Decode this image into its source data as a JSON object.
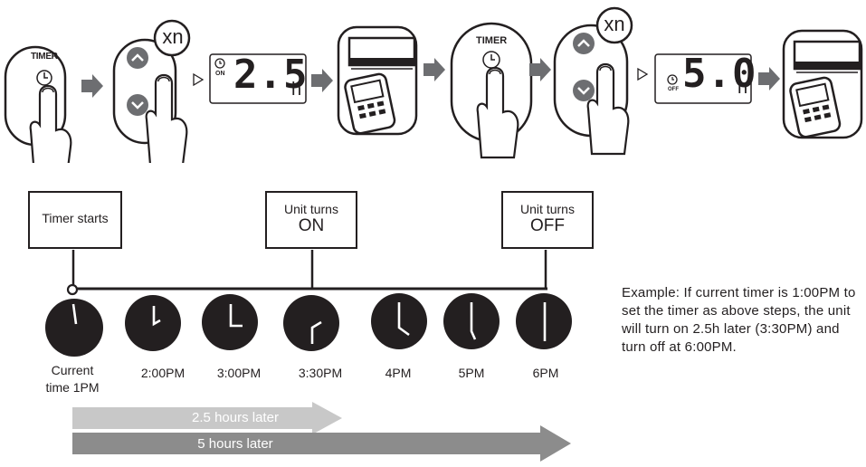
{
  "steps": {
    "timer_label_1": "TIMER",
    "xn_1": "xn",
    "display_1_value": "2.5",
    "display_1_unit": "h",
    "display_1_mode": "ON",
    "timer_label_2": "TIMER",
    "xn_2": "xn",
    "display_2_value": "5.0",
    "display_2_unit": "h",
    "display_2_mode": "OFF"
  },
  "timeline": {
    "boxes": [
      {
        "line1": "Timer starts",
        "line2": ""
      },
      {
        "line1": "Unit turns",
        "line2": "ON"
      },
      {
        "line1": "Unit turns",
        "line2": "OFF"
      }
    ],
    "clocks": [
      {
        "label_line1": "Current",
        "label_line2": "time 1PM"
      },
      {
        "label_line1": "2:00PM",
        "label_line2": ""
      },
      {
        "label_line1": "3:00PM",
        "label_line2": ""
      },
      {
        "label_line1": "3:30PM",
        "label_line2": ""
      },
      {
        "label_line1": "4PM",
        "label_line2": ""
      },
      {
        "label_line1": "5PM",
        "label_line2": ""
      },
      {
        "label_line1": "6PM",
        "label_line2": ""
      }
    ],
    "arrows": [
      {
        "label": "2.5 hours later",
        "color": "#c8c8c8"
      },
      {
        "label": "5 hours later",
        "color": "#8c8c8c"
      }
    ]
  },
  "example": {
    "text": "Example: If current timer is 1:00PM to set the timer as above steps, the unit will turn on 2.5h later (3:30PM) and turn off at 6:00PM."
  }
}
